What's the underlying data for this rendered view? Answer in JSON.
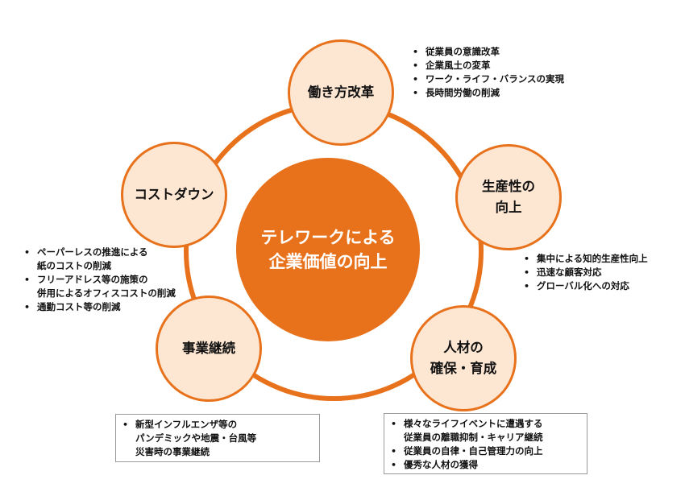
{
  "center": {
    "lines": [
      "テレワークによる",
      "企業価値の向上"
    ]
  },
  "nodes": {
    "workstyle": {
      "lines": [
        "働き方改革"
      ]
    },
    "productivity": {
      "lines": [
        "生産性の",
        "向上"
      ]
    },
    "talent": {
      "lines": [
        "人材の",
        "確保・育成"
      ]
    },
    "continuity": {
      "lines": [
        "事業継続"
      ]
    },
    "costdown": {
      "lines": [
        "コストダウン"
      ]
    }
  },
  "lists": {
    "workstyle": [
      {
        "lines": [
          "従業員の意識改革"
        ]
      },
      {
        "lines": [
          "企業風土の変革"
        ]
      },
      {
        "lines": [
          "ワーク・ライフ・バランスの実現"
        ]
      },
      {
        "lines": [
          "長時間労働の削減"
        ]
      }
    ],
    "productivity": [
      {
        "lines": [
          "集中による知的生産性向上"
        ]
      },
      {
        "lines": [
          "迅速な顧客対応"
        ]
      },
      {
        "lines": [
          "グローバル化への対応"
        ]
      }
    ],
    "talent": [
      {
        "lines": [
          "様々なライフイベントに遭遇する",
          "従業員の離職抑制・キャリア継続"
        ]
      },
      {
        "lines": [
          "従業員の自律・自己管理力の向上"
        ]
      },
      {
        "lines": [
          "優秀な人材の獲得"
        ]
      }
    ],
    "continuity": [
      {
        "lines": [
          "新型インフルエンザ等の",
          "パンデミックや地震・台風等",
          "災害時の事業継続"
        ]
      }
    ],
    "costdown": [
      {
        "lines": [
          "ペーパーレスの推進による",
          "紙のコストの削減"
        ]
      },
      {
        "lines": [
          "フリーアドレス等の施策の",
          "併用によるオフィスコストの削減"
        ]
      },
      {
        "lines": [
          "通勤コスト等の削減"
        ]
      }
    ]
  },
  "colors": {
    "accent": "#e8721c",
    "node_fill": "#fde6d2",
    "text": "#111111",
    "box_border": "#9a9a9a"
  }
}
